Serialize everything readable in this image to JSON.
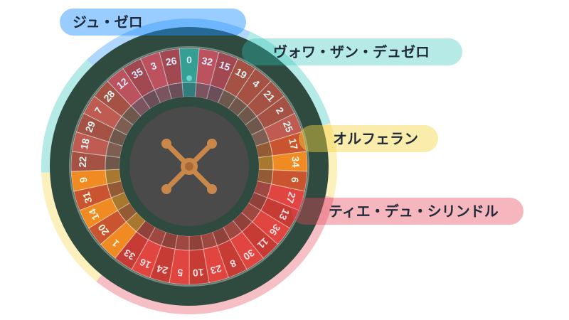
{
  "sections": [
    {
      "key": "jeu_zero",
      "label": "ジュ・ゼロ",
      "color": "#1e90ff"
    },
    {
      "key": "voisins",
      "label": "ヴォワ・ザン・デュゼロ",
      "color": "#2ec4b6"
    },
    {
      "key": "orphelins",
      "label": "オルフェラン",
      "color": "#f5d442"
    },
    {
      "key": "tiers",
      "label": "ティエ・デュ・シリンドル",
      "color": "#e6495a"
    }
  ],
  "wheel": {
    "numbers": [
      0,
      32,
      15,
      19,
      4,
      21,
      2,
      25,
      17,
      34,
      6,
      27,
      13,
      36,
      11,
      30,
      8,
      23,
      10,
      5,
      24,
      16,
      33,
      1,
      20,
      14,
      31,
      9,
      22,
      18,
      29,
      7,
      28,
      12,
      35,
      3,
      26
    ],
    "pocket_colors": {
      "0": "#3aa37a",
      "32": "#e0453a",
      "15": "#c0392b",
      "19": "#c0392b",
      "4": "#c0392b",
      "21": "#c0392b",
      "2": "#c0392b",
      "25": "#e0453a",
      "17": "#c0392b",
      "34": "#f07c1e",
      "6": "#c0392b",
      "27": "#e0453a",
      "13": "#c0392b",
      "36": "#e0453a",
      "11": "#c0392b",
      "30": "#e0453a",
      "8": "#c0392b",
      "23": "#e0453a",
      "10": "#c0392b",
      "5": "#e0453a",
      "24": "#c0392b",
      "16": "#e0453a",
      "33": "#c0392b",
      "1": "#f07c1e",
      "20": "#c0392b",
      "14": "#f07c1e",
      "31": "#c0392b",
      "9": "#f07c1e",
      "22": "#c0392b",
      "18": "#e0453a",
      "29": "#c0392b",
      "7": "#e0453a",
      "28": "#c0392b",
      "12": "#e0453a",
      "35": "#c0392b",
      "3": "#e0453a",
      "26": "#c0392b"
    },
    "section_of_number": {
      "0": "jeu_zero",
      "32": "jeu_zero",
      "15": "jeu_zero",
      "12": "jeu_zero",
      "35": "jeu_zero",
      "3": "jeu_zero",
      "26": "jeu_zero",
      "19": "voisins",
      "4": "voisins",
      "21": "voisins",
      "2": "voisins",
      "25": "voisins",
      "22": "voisins",
      "18": "voisins",
      "29": "voisins",
      "7": "voisins",
      "28": "voisins",
      "17": "orphelins",
      "34": "orphelins",
      "6": "orphelins",
      "1": "orphelins",
      "20": "orphelins",
      "14": "orphelins",
      "31": "orphelins",
      "9": "orphelins",
      "27": "tiers",
      "13": "tiers",
      "36": "tiers",
      "11": "tiers",
      "30": "tiers",
      "8": "tiers",
      "23": "tiers",
      "10": "tiers",
      "5": "tiers",
      "24": "tiers",
      "16": "tiers",
      "33": "tiers"
    },
    "rim_color": "#2f4a3e",
    "hub_color": "#4a4a4a",
    "spinner_color": "#c9884a"
  }
}
